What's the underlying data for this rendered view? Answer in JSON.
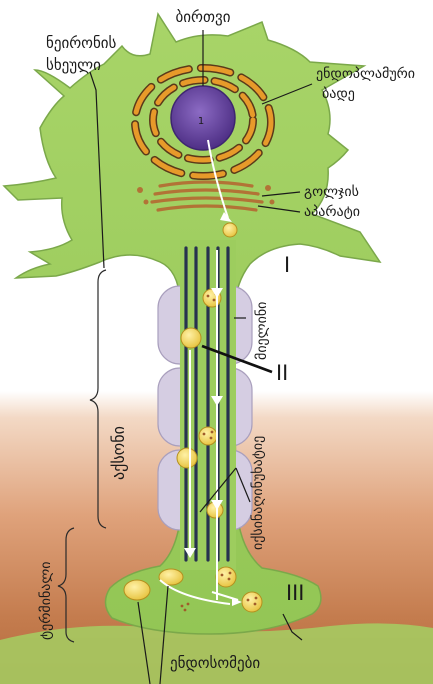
{
  "labels": {
    "nucleus": "ბირთვი",
    "neuron_body_1": "ნეირონის",
    "neuron_body_2": "სხეული",
    "er_1": "ენდოპლამური",
    "er_2": "ბადე",
    "golgi_1": "გოლჯის",
    "golgi_2": "აპარატი",
    "myelin": "მიელინი",
    "axon": "აქსონი",
    "microtubules": "იქსინაღინუხატიე",
    "terminal": "ტერმინალი",
    "endosomes": "ენდოსომები",
    "roman_1": "I",
    "roman_2": "II",
    "roman_3": "III",
    "nucleus_number": "1"
  },
  "colors": {
    "cell_green": "#9ccc5a",
    "cell_outline": "#6f9a3a",
    "nucleus_purple": "#6b4aa0",
    "er_orange": "#e49a2a",
    "myelin_lavender": "#cfc6dd",
    "microtubule_navy": "#27324f",
    "vesicle_yellow": "#f1d65a",
    "background_top": "#ffffff",
    "background_bottom": "#b86a3a"
  }
}
